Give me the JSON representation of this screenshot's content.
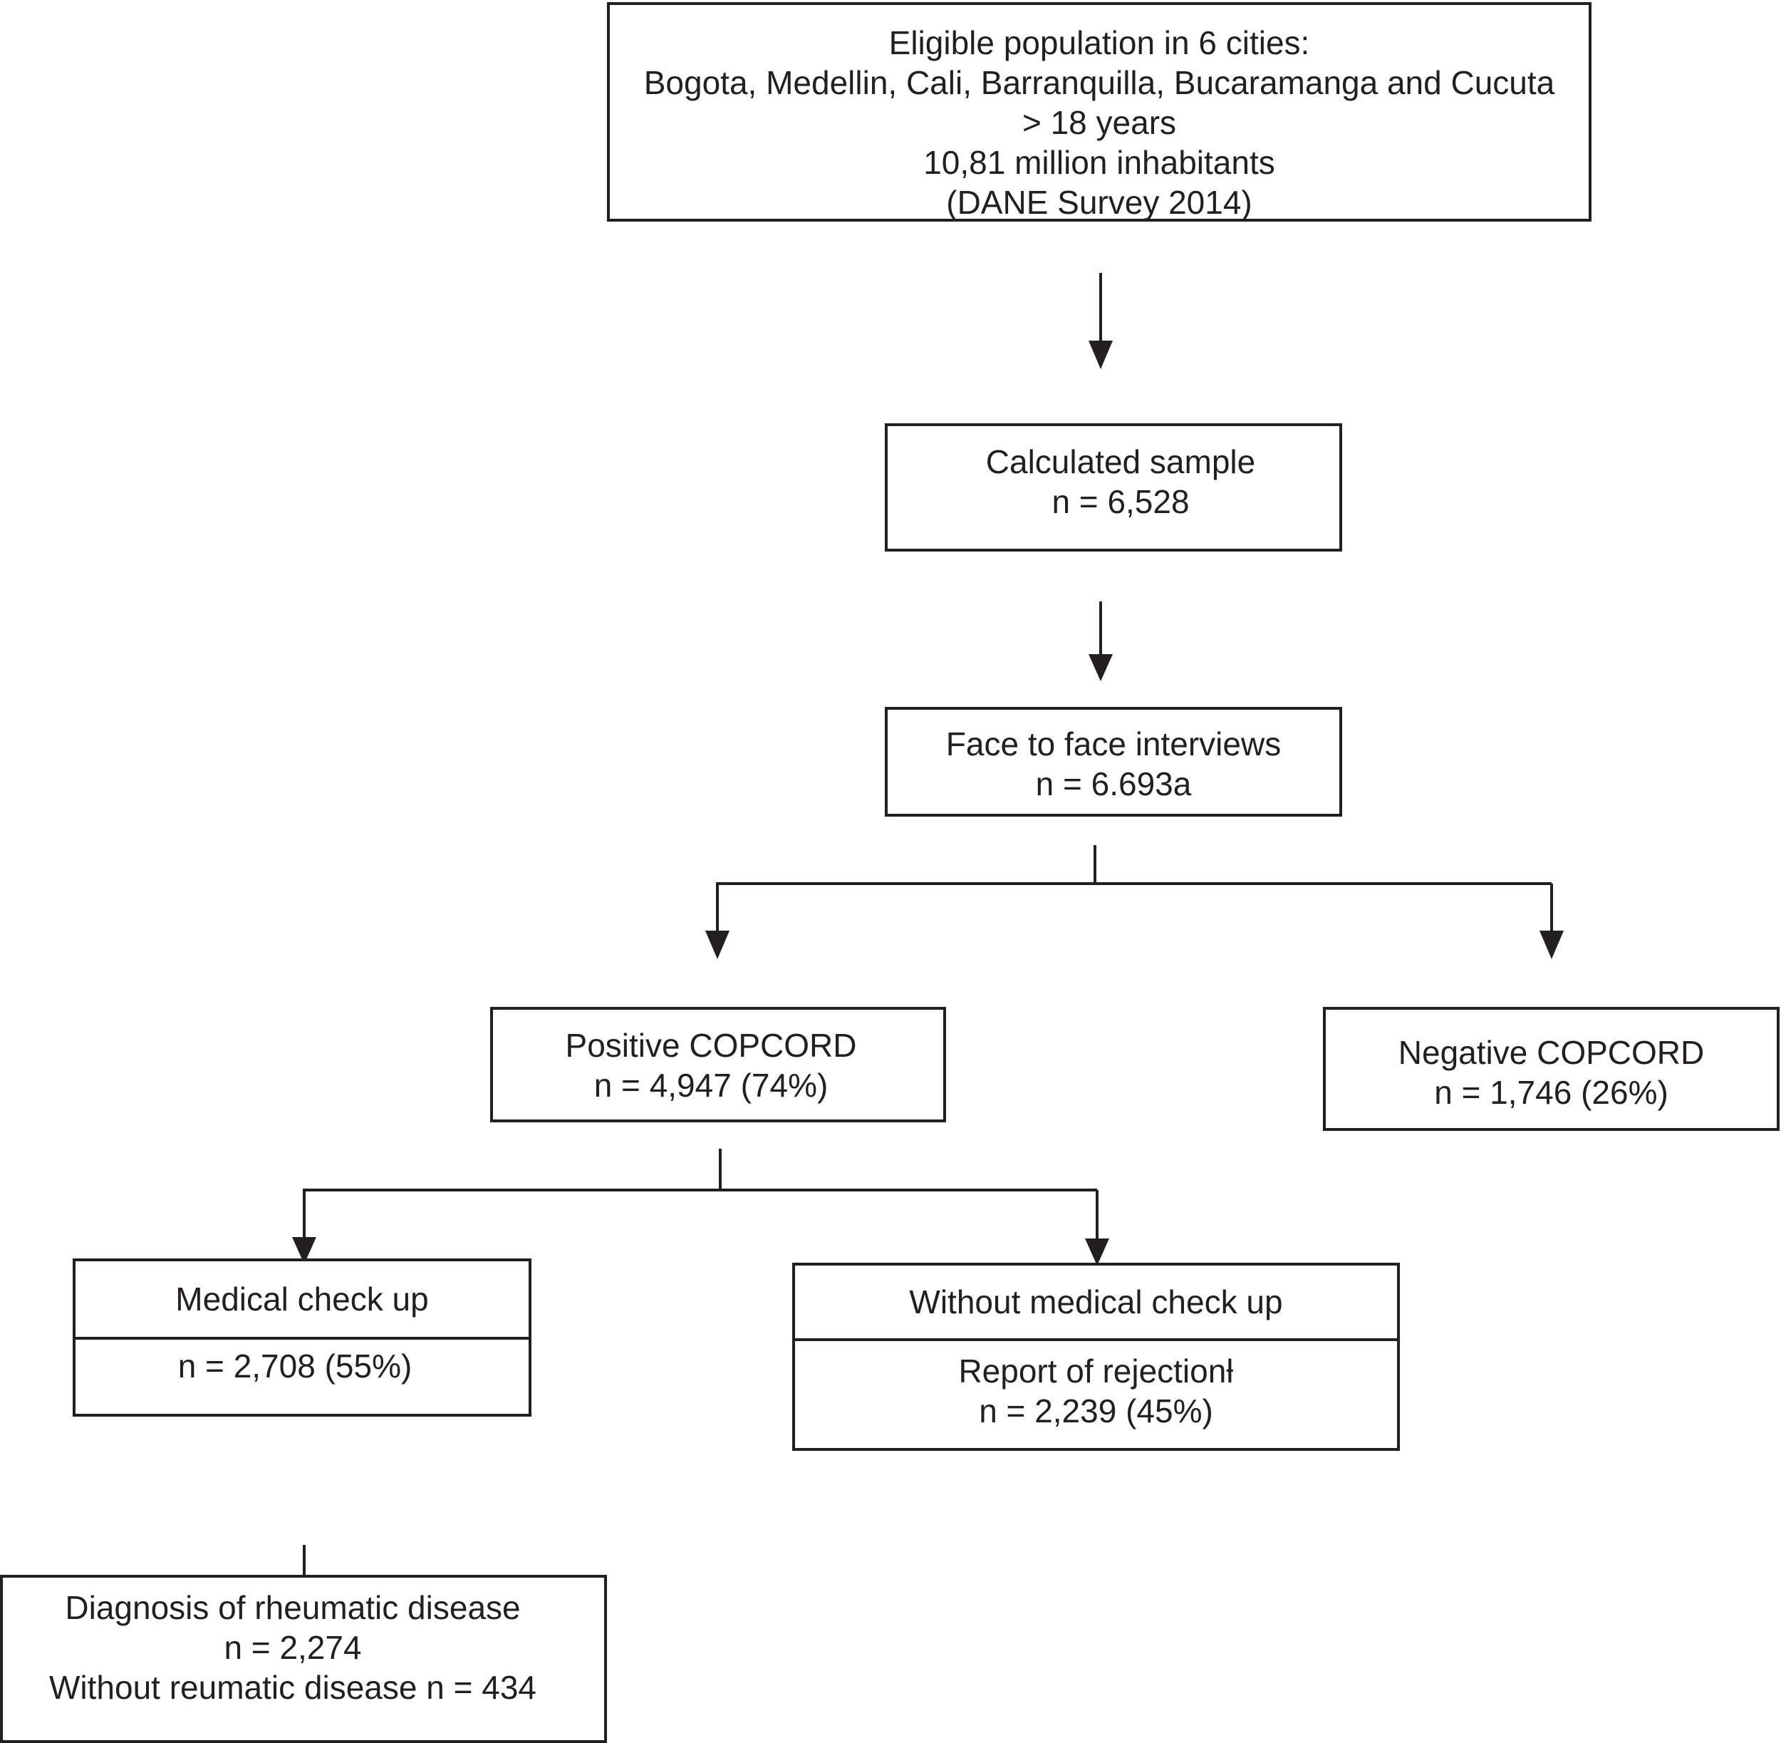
{
  "eligible": {
    "lines": [
      "Eligible population in 6 cities:",
      "Bogota, Medellin, Cali, Barranquilla, Bucaramanga and Cucuta",
      "> 18 years",
      "10,81 million inhabitants",
      "(DANE Survey 2014)"
    ]
  },
  "sample": {
    "lines": [
      "Calculated sample",
      "n = 6,528"
    ]
  },
  "interviews": {
    "lines": [
      "Face to face interviews",
      "n = 6.693a"
    ]
  },
  "positive": {
    "lines": [
      "Positive COPCORD",
      "n =  4,947 (74%)"
    ]
  },
  "negative": {
    "lines": [
      "Negative COPCORD",
      "n = 1,746 (26%)"
    ]
  },
  "checkup": {
    "title": "Medical check up",
    "value": "n = 2,708 (55%)"
  },
  "no_checkup": {
    "title": "Without medical check up",
    "lines": [
      "Report of rejectionƚ",
      "n = 2,239 (45%)"
    ]
  },
  "diagnosis": {
    "lines": [
      "Diagnosis of rheumatic disease",
      "n = 2,274",
      "Without reumatic disease n = 434"
    ]
  },
  "colors": {
    "stroke": "#231f20",
    "background": "#ffffff"
  }
}
